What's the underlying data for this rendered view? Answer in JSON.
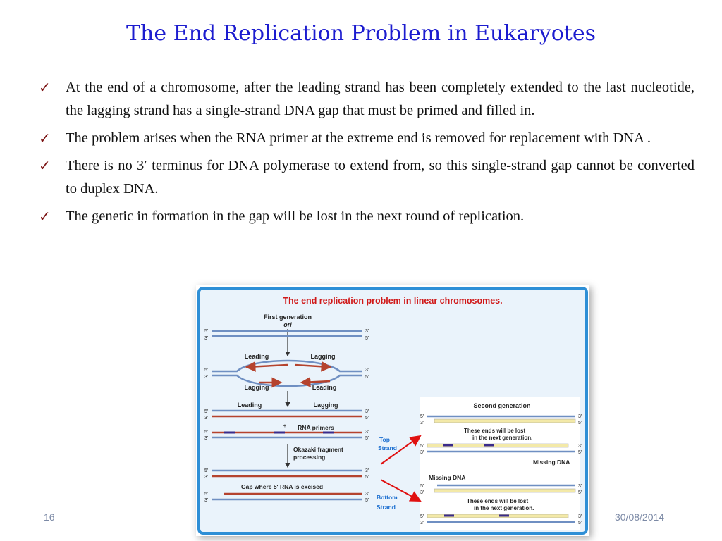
{
  "slide": {
    "title": "The End Replication Problem in Eukaryotes",
    "bullets": [
      "At the end of a chromosome, after the leading strand has been completely extended to the last nucleotide, the lagging strand has a single-strand DNA gap that must be primed and filled in.",
      "The problem arises when the RNA primer at the extreme end is removed for replacement with DNA .",
      "There is no 3′ terminus for DNA polymerase to extend from, so this single-strand gap cannot be converted to duplex DNA.",
      "The genetic in formation in the gap will be lost in the next round of replication."
    ],
    "bullet_icon": "check-icon",
    "number": "16",
    "date": "30/08/2014"
  },
  "figure": {
    "title": "The end replication problem in linear chromosomes.",
    "first_generation": "First generation",
    "ori": "ori",
    "leading": "Leading",
    "lagging": "Lagging",
    "plus": "+",
    "rna_primers": "RNA primers",
    "okazaki_line1": "Okazaki fragment",
    "okazaki_line2": "processing",
    "gap_label": "Gap where 5′ RNA is excised",
    "second_generation": "Second generation",
    "ends_lost_line1": "These ends will be lost",
    "ends_lost_line2": "in the next generation.",
    "missing_dna": "Missing DNA",
    "top_strand_1": "Top",
    "top_strand_2": "Strand",
    "bottom_strand_1": "Bottom",
    "bottom_strand_2": "Strand",
    "five_prime": "5′",
    "three_prime": "3′",
    "colors": {
      "frame_blue": "#2e8fd6",
      "title_red": "#d01818",
      "strand_blue": "#6f8fc2",
      "new_strand": "#b5432e",
      "primer": "#3a2b8a",
      "highlight": "#f3e9a8",
      "red_arrow": "#e01010",
      "label_blue": "#1c6fd0"
    }
  }
}
